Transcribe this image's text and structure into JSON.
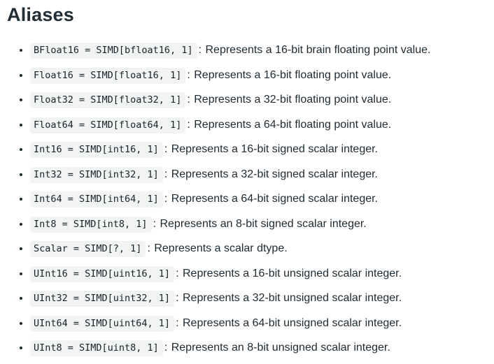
{
  "page": {
    "title": "Aliases"
  },
  "aliases": {
    "separator": ":",
    "items": [
      {
        "code": "BFloat16 = SIMD[bfloat16, 1]",
        "description": "Represents a 16-bit brain floating point value."
      },
      {
        "code": "Float16 = SIMD[float16, 1]",
        "description": "Represents a 16-bit floating point value."
      },
      {
        "code": "Float32 = SIMD[float32, 1]",
        "description": "Represents a 32-bit floating point value."
      },
      {
        "code": "Float64 = SIMD[float64, 1]",
        "description": "Represents a 64-bit floating point value."
      },
      {
        "code": "Int16 = SIMD[int16, 1]",
        "description": "Represents a 16-bit signed scalar integer."
      },
      {
        "code": "Int32 = SIMD[int32, 1]",
        "description": "Represents a 32-bit signed scalar integer."
      },
      {
        "code": "Int64 = SIMD[int64, 1]",
        "description": "Represents a 64-bit signed scalar integer."
      },
      {
        "code": "Int8 = SIMD[int8, 1]",
        "description": "Represents an 8-bit signed scalar integer."
      },
      {
        "code": "Scalar = SIMD[?, 1]",
        "description": "Represents a scalar dtype."
      },
      {
        "code": "UInt16 = SIMD[uint16, 1]",
        "description": "Represents a 16-bit unsigned scalar integer."
      },
      {
        "code": "UInt32 = SIMD[uint32, 1]",
        "description": "Represents a 32-bit unsigned scalar integer."
      },
      {
        "code": "UInt64 = SIMD[uint64, 1]",
        "description": "Represents a 64-bit unsigned scalar integer."
      },
      {
        "code": "UInt8 = SIMD[uint8, 1]",
        "description": "Represents an 8-bit unsigned scalar integer."
      }
    ]
  },
  "colors": {
    "text": "#1d2a32",
    "heading": "#222e36",
    "code_chip_background": "#f2f3f3",
    "page_background": "#ffffff"
  }
}
